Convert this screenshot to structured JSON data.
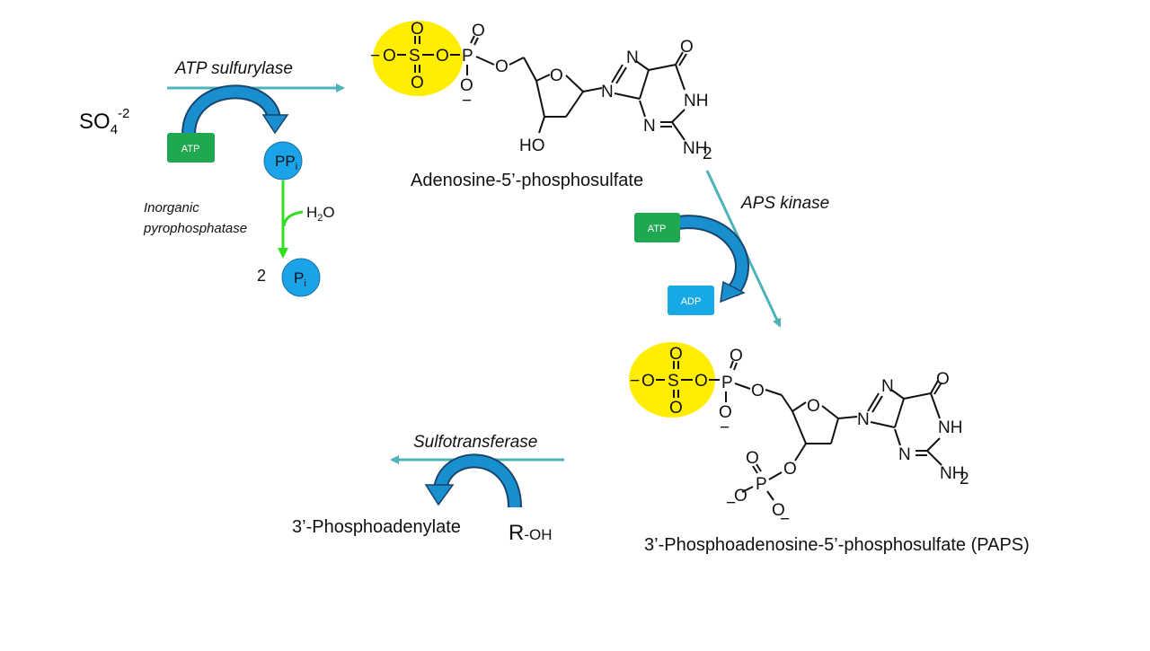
{
  "reactant": {
    "so4": "SO",
    "so4_sub": "4",
    "so4_sup": "-2"
  },
  "step1": {
    "enzyme": "ATP sulfurylase",
    "cofactor_in": "ATP",
    "byproduct": "PP",
    "byproduct_sub": "i",
    "hydrolysis_enzyme_line1": "Inorganic",
    "hydrolysis_enzyme_line2": "pyrophosphatase",
    "water": "H",
    "water_sub": "2",
    "water_o": "O",
    "product_coeff": "2",
    "product": "P",
    "product_sub": "i"
  },
  "aps": {
    "name": "Adenosine-5’-phosphosulfate",
    "atoms": {
      "o": "O",
      "s": "S",
      "p": "P",
      "n": "N",
      "nh": "NH",
      "nh2": "NH",
      "two": "2",
      "ho": "HO",
      "minus": "−"
    }
  },
  "step2": {
    "enzyme": "APS kinase",
    "cofactor_in": "ATP",
    "cofactor_out": "ADP"
  },
  "paps": {
    "name": "3’-Phosphoadenosine-5’-phosphosulfate (PAPS)"
  },
  "step3": {
    "enzyme": "Sulfotransferase",
    "product": "3’-Phosphoadenylate",
    "acceptor_r": "R",
    "acceptor_oh": "-OH"
  },
  "colors": {
    "arrow": "#4db3b8",
    "curved": "#1a8fd0",
    "atp": "#1fa84f",
    "adp": "#16a9e6",
    "pi": "#1aa3e8",
    "green_arrow": "#33dd22",
    "highlight": "#ffee00"
  }
}
